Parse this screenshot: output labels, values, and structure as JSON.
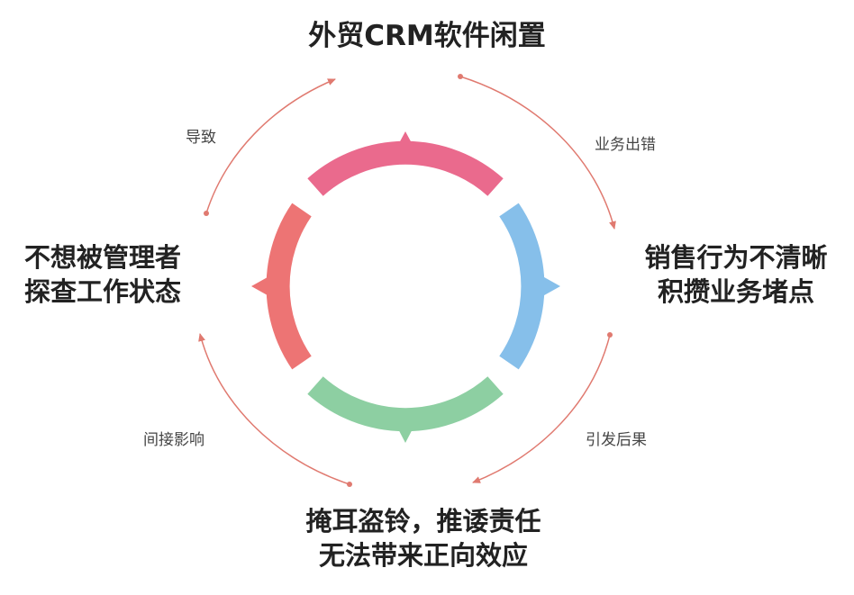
{
  "nodes": {
    "top": {
      "lines": [
        "外贸CRM软件闲置"
      ]
    },
    "right": {
      "lines": [
        "销售行为不清晰",
        "积攒业务堵点"
      ]
    },
    "bottom": {
      "lines": [
        "掩耳盗铃，推诿责任",
        "无法带来正向效应"
      ]
    },
    "left": {
      "lines": [
        "不想被管理者",
        "探查工作状态"
      ]
    }
  },
  "edges": {
    "top_right": "业务出错",
    "right_bottom": "引发后果",
    "bottom_left": "间接影响",
    "left_top": "导致"
  },
  "colors": {
    "top_arc": "#EA6A8D",
    "right_arc": "#86BFEA",
    "bottom_arc": "#8DCFA2",
    "left_arc": "#ED7474",
    "outer_arrows": "#E07A70",
    "text": "#222222"
  }
}
